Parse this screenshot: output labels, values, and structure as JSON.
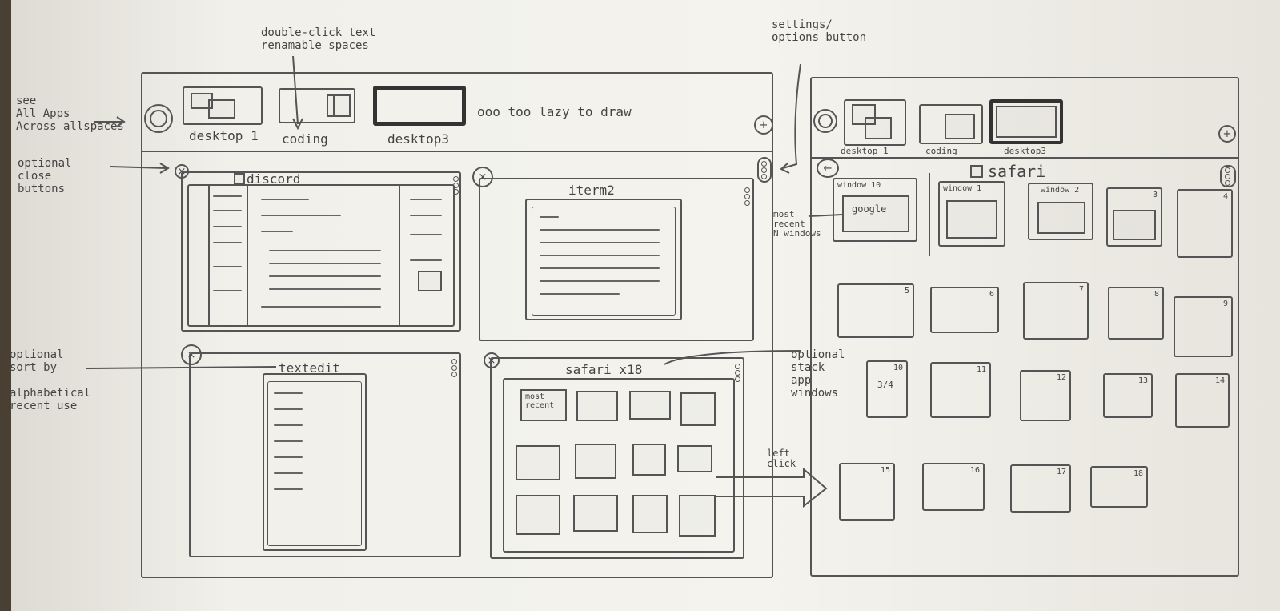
{
  "annotations": {
    "double_click": "double-click text\nrenamable spaces",
    "settings": "settings/\noptions button",
    "see_all_apps": "see\nAll Apps\nAcross allspaces",
    "close_buttons": "optional\nclose\nbuttons",
    "sort_by": "optional\nsort by\n\nalphabetical\nrecent use",
    "most_recent_n": "most\nrecent\nN windows",
    "stack_windows": "optional\nstack\napp\nwindows",
    "left_click": "left\nclick",
    "too_lazy": "ooo too lazy to draw"
  },
  "left_screen": {
    "spaces": [
      {
        "label": "desktop 1"
      },
      {
        "label": "coding"
      },
      {
        "label": "desktop3"
      }
    ],
    "add_label": "+",
    "apps": [
      {
        "title": "discord"
      },
      {
        "title": "iterm2"
      },
      {
        "title": "textedit"
      },
      {
        "title": "safari x18"
      }
    ],
    "safari_most_recent": "most\nrecent"
  },
  "right_screen": {
    "spaces": [
      {
        "label": "desktop 1"
      },
      {
        "label": "coding"
      },
      {
        "label": "desktop3"
      }
    ],
    "add_label": "+",
    "back_label": "←",
    "app_title": "safari",
    "recent_windows": [
      {
        "label": "window 10",
        "content": "google"
      },
      {
        "label": "window 1"
      },
      {
        "label": "window 2"
      },
      {
        "label": "3"
      },
      {
        "label": "4"
      }
    ],
    "grid_windows": [
      "5",
      "6",
      "7",
      "8",
      "9",
      "10",
      "11",
      "12",
      "13",
      "14",
      "15",
      "16",
      "17",
      "18"
    ],
    "stack_note": "3/4"
  }
}
